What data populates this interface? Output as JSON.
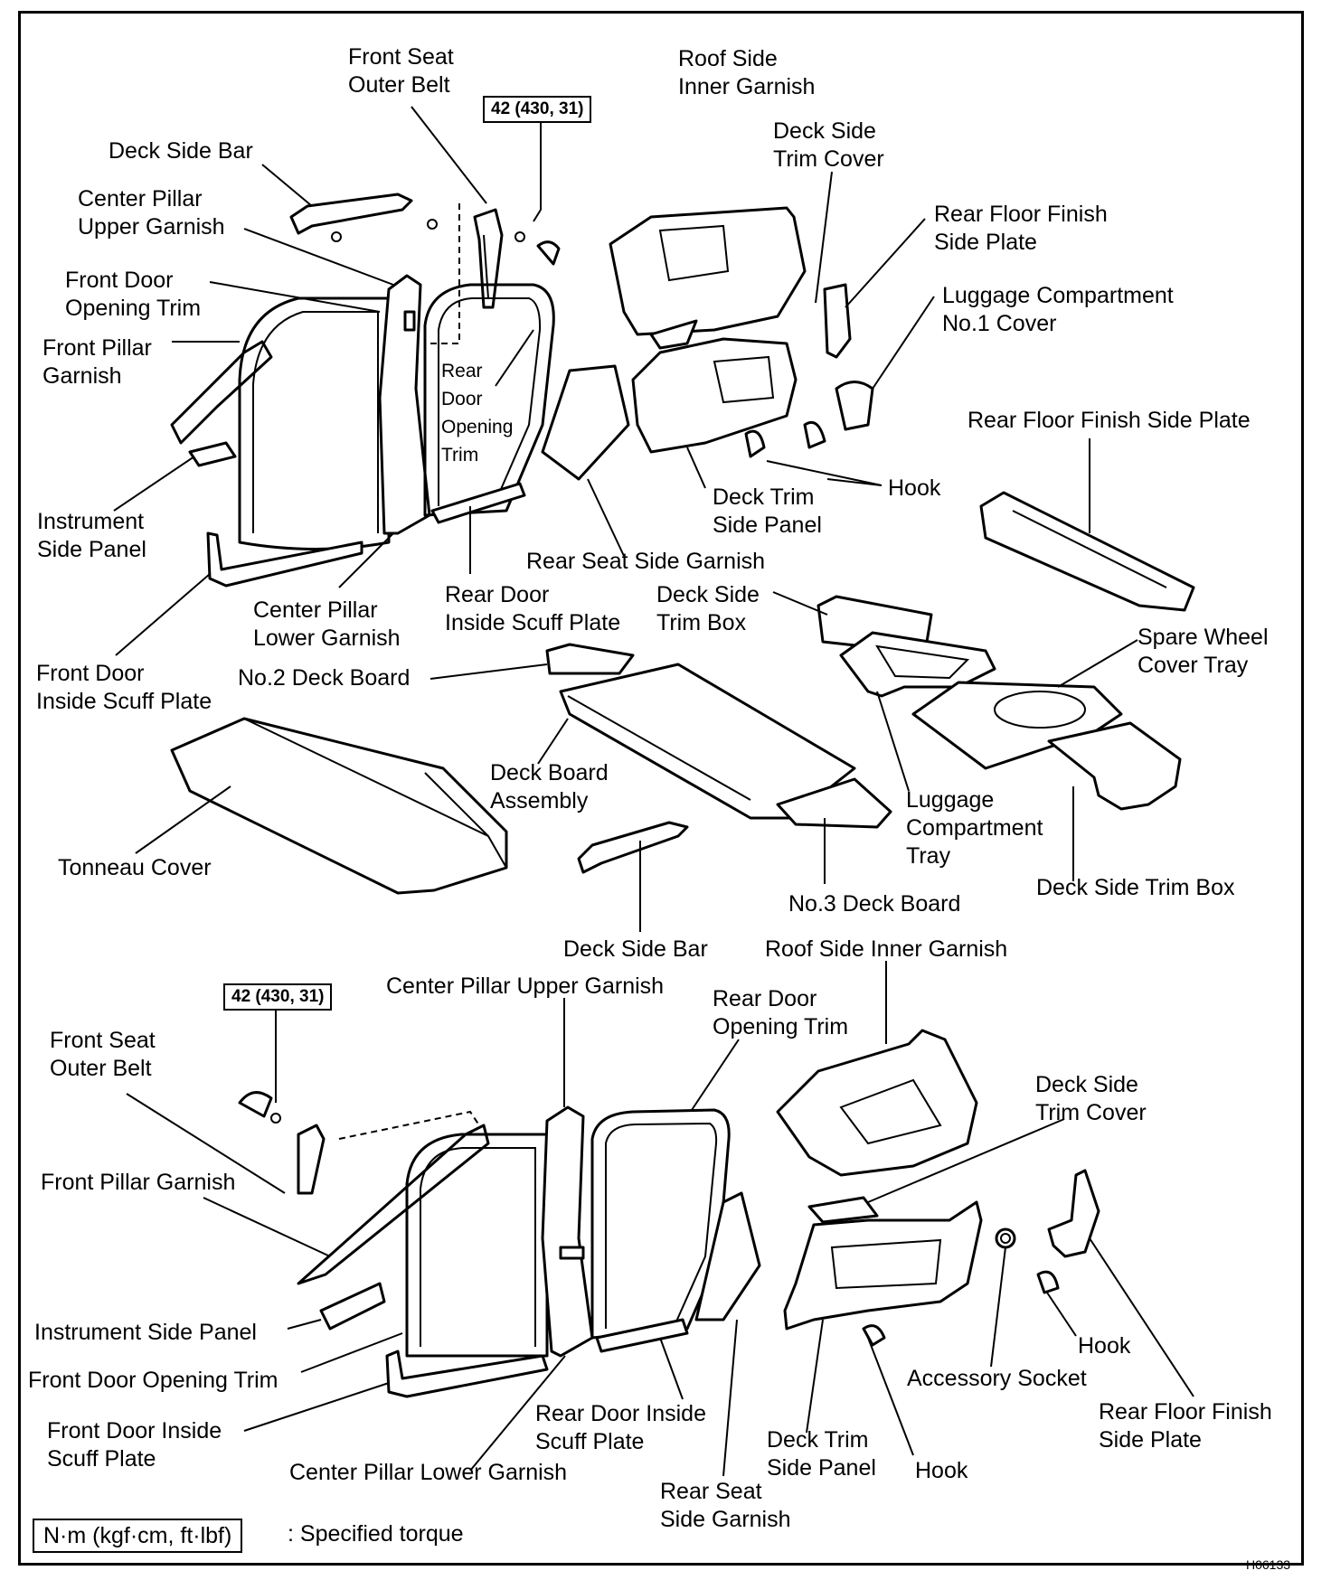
{
  "top_view": {
    "torque": "42 (430, 31)",
    "labels": {
      "front_seat_outer_belt": "Front Seat\nOuter Belt",
      "roof_side_inner_garnish": "Roof Side\nInner Garnish",
      "deck_side_bar": "Deck Side Bar",
      "deck_side_trim_cover": "Deck Side\nTrim Cover",
      "center_pillar_upper_garnish": "Center Pillar\nUpper Garnish",
      "rear_floor_finish_side_plate_a": "Rear Floor Finish\nSide Plate",
      "front_door_opening_trim": "Front Door\nOpening Trim",
      "luggage_compartment_no1_cover": "Luggage Compartment\nNo.1 Cover",
      "front_pillar_garnish": "Front Pillar\nGarnish",
      "rear_door_opening_trim": "Rear\nDoor\nOpening\nTrim",
      "rear_floor_finish_side_plate_b": "Rear Floor Finish Side Plate",
      "hook": "Hook",
      "instrument_side_panel": "Instrument\nSide Panel",
      "deck_trim_side_panel": "Deck Trim\nSide Panel",
      "rear_seat_side_garnish": "Rear Seat Side Garnish",
      "center_pillar_lower_garnish": "Center Pillar\nLower Garnish",
      "rear_door_inside_scuff_plate": "Rear Door\nInside Scuff Plate",
      "deck_side_trim_box_a": "Deck Side\nTrim Box",
      "spare_wheel_cover_tray": "Spare Wheel\nCover Tray",
      "front_door_inside_scuff_plate": "Front Door\nInside Scuff Plate",
      "no2_deck_board": "No.2 Deck Board",
      "deck_board_assembly": "Deck Board\nAssembly",
      "luggage_compartment_tray": "Luggage\nCompartment\nTray",
      "tonneau_cover": "Tonneau Cover",
      "deck_side_trim_box_b": "Deck Side Trim Box",
      "no3_deck_board": "No.3 Deck Board"
    }
  },
  "bottom_view": {
    "torque": "42 (430, 31)",
    "labels": {
      "deck_side_bar": "Deck Side Bar",
      "roof_side_inner_garnish": "Roof Side Inner Garnish",
      "center_pillar_upper_garnish": "Center Pillar Upper Garnish",
      "rear_door_opening_trim": "Rear Door\nOpening Trim",
      "front_seat_outer_belt": "Front Seat\nOuter Belt",
      "deck_side_trim_cover": "Deck Side\nTrim Cover",
      "front_pillar_garnish": "Front Pillar Garnish",
      "hook_a": "Hook",
      "instrument_side_panel": "Instrument Side Panel",
      "accessory_socket": "Accessory Socket",
      "front_door_opening_trim": "Front Door Opening Trim",
      "rear_floor_finish_side_plate": "Rear Floor Finish\nSide Plate",
      "rear_door_inside_scuff_plate": "Rear Door Inside\nScuff Plate",
      "front_door_inside_scuff_plate": "Front Door Inside\nScuff Plate",
      "deck_trim_side_panel": "Deck Trim\nSide Panel",
      "hook_b": "Hook",
      "center_pillar_lower_garnish": "Center Pillar Lower Garnish",
      "rear_seat_side_garnish": "Rear Seat\nSide Garnish"
    }
  },
  "legend": {
    "unit": "N·m (kgf·cm, ft·lbf)",
    "text": ": Specified torque"
  },
  "figure_code": "H06133"
}
